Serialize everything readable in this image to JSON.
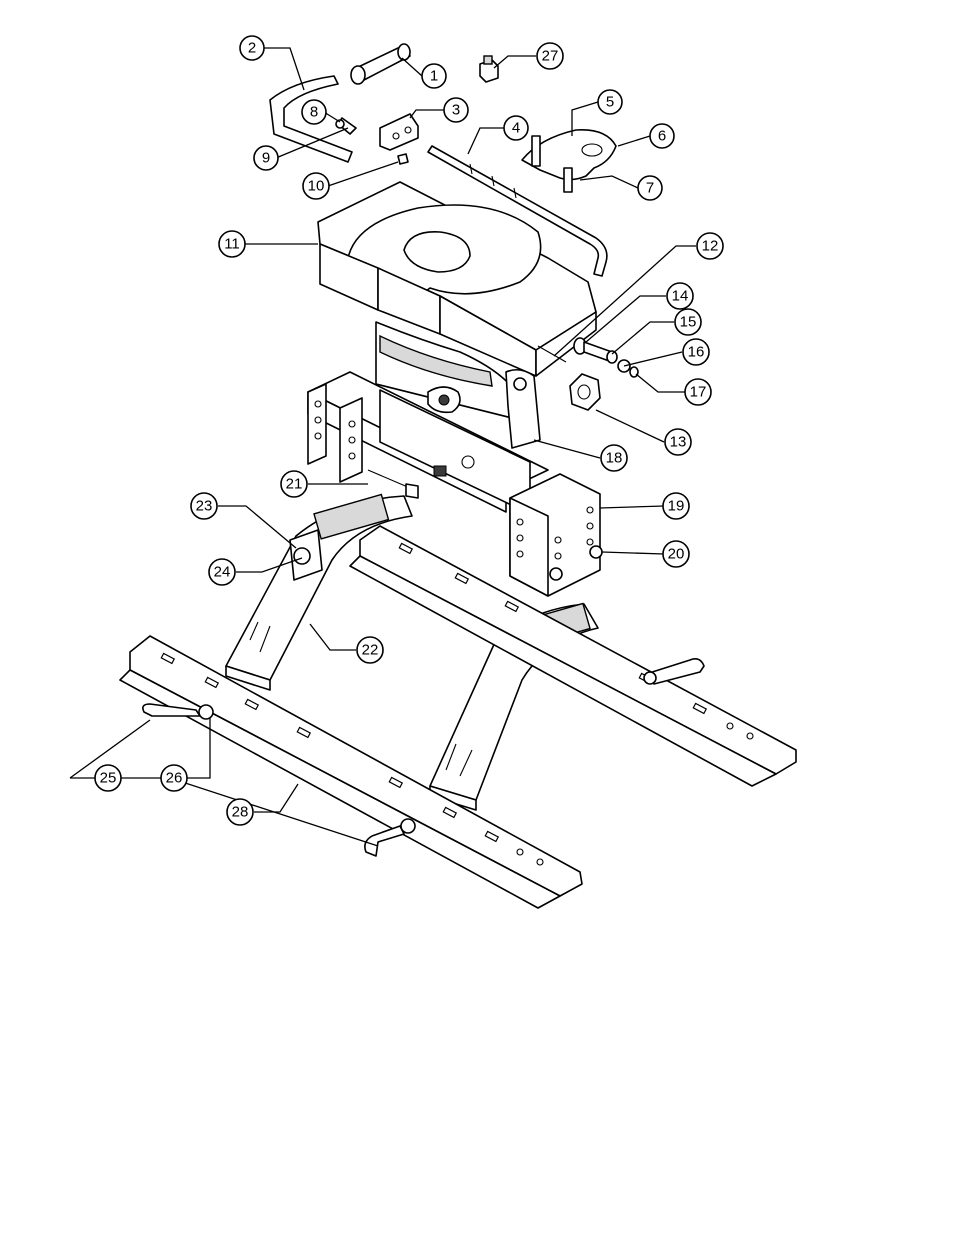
{
  "callouts": [
    {
      "label": "1"
    },
    {
      "label": "2"
    },
    {
      "label": "3"
    },
    {
      "label": "4"
    },
    {
      "label": "5"
    },
    {
      "label": "6"
    },
    {
      "label": "7"
    },
    {
      "label": "8"
    },
    {
      "label": "9"
    },
    {
      "label": "10"
    },
    {
      "label": "11"
    },
    {
      "label": "12"
    },
    {
      "label": "13"
    },
    {
      "label": "14"
    },
    {
      "label": "15"
    },
    {
      "label": "16"
    },
    {
      "label": "17"
    },
    {
      "label": "18"
    },
    {
      "label": "19"
    },
    {
      "label": "20"
    },
    {
      "label": "21"
    },
    {
      "label": "22"
    },
    {
      "label": "23"
    },
    {
      "label": "24"
    },
    {
      "label": "25"
    },
    {
      "label": "26"
    },
    {
      "label": "27"
    },
    {
      "label": "28"
    }
  ]
}
